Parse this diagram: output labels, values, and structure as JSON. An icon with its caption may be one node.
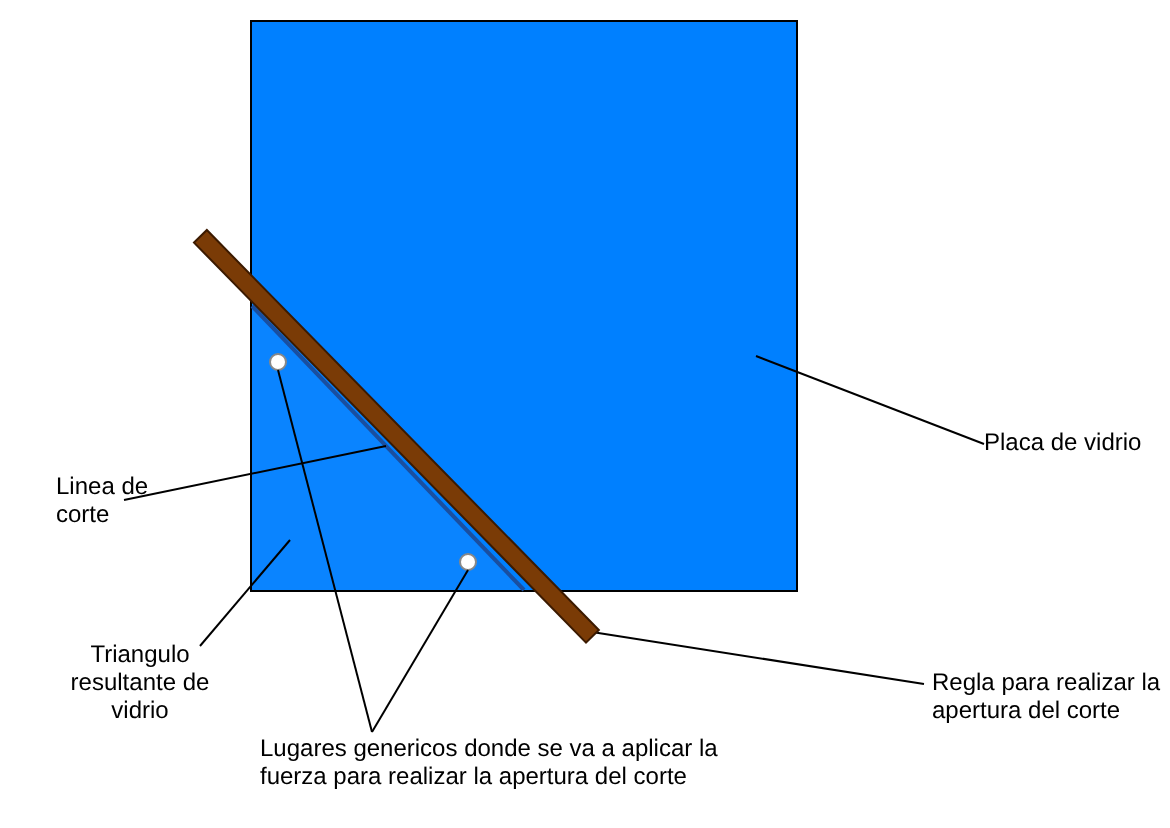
{
  "diagram": {
    "nodes": [
      {
        "text": [
          "Placa de vidrio"
        ]
      },
      {
        "text": [],
        "shape": "box"
      },
      {
        "text": [],
        "shape": "triangle",
        "in": 1
      },
      {
        "text": [],
        "shape": "circle",
        "in": 2
      },
      {
        "text": [],
        "shape": "circle",
        "in": 2
      },
      {
        "text": [],
        "shape": "bar",
        "in": 1
      },
      {
        "text": [
          "Linea de corte"
        ]
      },
      {
        "text": [
          "Triangulo resultante de vidrio"
        ]
      },
      {
        "text": [
          "Regla para realizar la apertura del corte"
        ]
      },
      {
        "text": [],
        "shape": "bar"
      },
      {
        "text": [
          "Lugares genericos donde se va a aplicar la fuerza para realizar la apertura del corte"
        ]
      }
    ],
    "edges": [
      {
        "from": 0,
        "to": 1,
        "arrow": "none"
      },
      {
        "from": 6,
        "to": 5,
        "arrow": "none"
      },
      {
        "from": 7,
        "to": 2,
        "arrow": "none"
      },
      {
        "from": 8,
        "to": 9,
        "arrow": "none"
      },
      {
        "from": 10,
        "to": 3,
        "arrow": "none"
      },
      {
        "from": 10,
        "to": 4,
        "arrow": "none"
      }
    ]
  }
}
